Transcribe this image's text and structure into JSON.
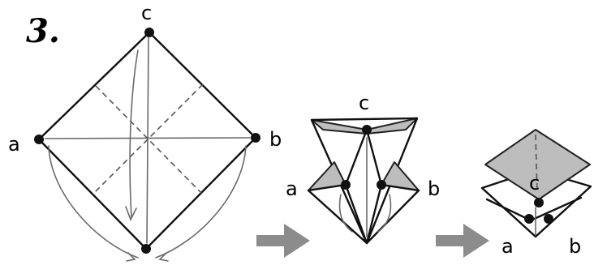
{
  "step_number": "3.",
  "diagrams": [
    {
      "labels": {
        "a": "a",
        "b": "b",
        "c": "c"
      }
    },
    {
      "labels": {
        "a": "a",
        "b": "b",
        "c": "c"
      }
    },
    {
      "labels": {
        "a": "a",
        "b": "b",
        "c": "c"
      }
    }
  ],
  "colors": {
    "ink": "#111111",
    "shade": "#bdbdbd",
    "arrow": "#8c8c8c",
    "sketch": "#6a6a6a"
  },
  "icons": {
    "arrow": "arrow-right-icon"
  }
}
